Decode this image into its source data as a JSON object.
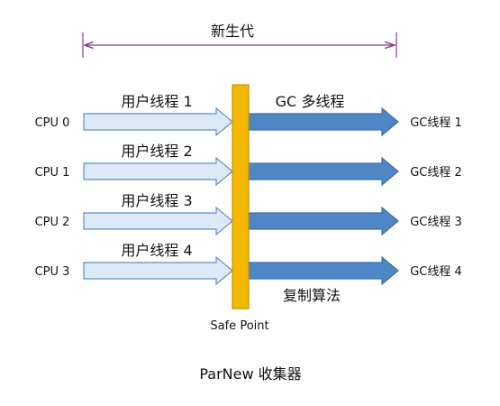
{
  "title": "ParNew 收集器",
  "generation_label": "新生代",
  "cpus": [
    "CPU 0",
    "CPU 1",
    "CPU 2",
    "CPU 3"
  ],
  "user_threads": [
    "用户线程 1",
    "用户线程 2",
    "用户线程 3",
    "用户线程 4"
  ],
  "gc_threads": [
    "GC线程 1",
    "GC线程 2",
    "GC线程 3",
    "GC线程 4"
  ],
  "gc_header": "GC 多线程",
  "algorithm_label": "复制算法",
  "safe_point_label": "Safe Point",
  "colors": {
    "user_arrow_fill": "#dce9f6",
    "user_arrow_stroke": "#5b8fc7",
    "gc_arrow_fill": "#4f86c6",
    "gc_arrow_stroke": "#3c6fa8",
    "safe_point_fill": "#f5b800",
    "safe_point_stroke": "#c58f00",
    "span_line": "#8a3b8f"
  }
}
